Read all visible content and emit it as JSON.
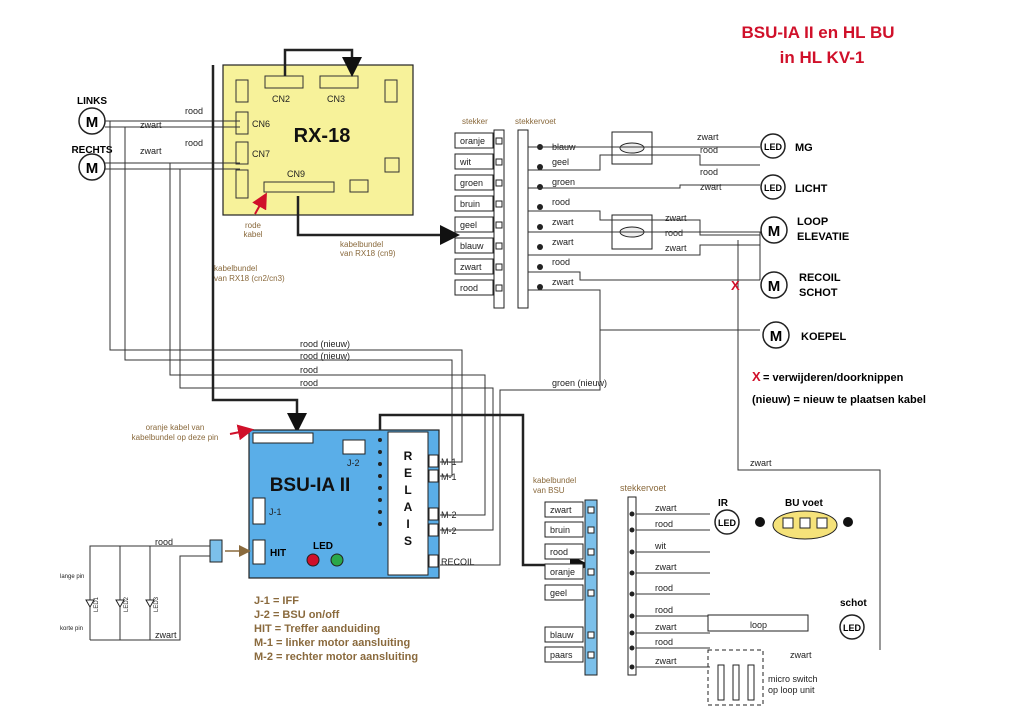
{
  "title": {
    "line1": "BSU-IA II en HL  BU",
    "line2": "in  HL  KV-1"
  },
  "motors": {
    "links": "LINKS",
    "rechts": "RECHTS",
    "motor_symbol": "M"
  },
  "rx18": {
    "name": "RX-18",
    "cn2": "CN2",
    "cn3": "CN3",
    "cn6": "CN6",
    "cn7": "CN7",
    "cn9": "CN9",
    "rode_kabel": [
      "rode",
      "kabel"
    ]
  },
  "wires": {
    "rood": "rood",
    "zwart": "zwart",
    "rood_nieuw": "rood (nieuw)",
    "groen_nieuw": "groen (nieuw)"
  },
  "kabelbundel_cn9": [
    "kabelbundel",
    "van RX18 (cn9)"
  ],
  "kabelbundel_cn2": [
    "kabelbundel",
    "van RX18 (cn2/cn3)"
  ],
  "kabelbundel_bsu": [
    "kabelbundel",
    "van BSU"
  ],
  "stekker": {
    "title": "stekker",
    "pins": [
      "oranje",
      "wit",
      "groen",
      "bruin",
      "geel",
      "blauw",
      "zwart",
      "rood"
    ]
  },
  "stekkervoet": {
    "title": "stekkervoet",
    "pins": [
      "blauw",
      "geel",
      "groen",
      "rood",
      "zwart",
      "zwart",
      "rood",
      "zwart"
    ]
  },
  "outputs": {
    "led": "LED",
    "mg": "MG",
    "licht": "LICHT",
    "loop": [
      "LOOP",
      "ELEVATIE"
    ],
    "recoil": [
      "RECOIL",
      "SCHOT"
    ],
    "koepel": "KOEPEL",
    "cut_mark": "X"
  },
  "legend": {
    "x_label": "X",
    "x_text": " = verwijderen/doorknippen",
    "nieuw_text": "(nieuw) = nieuw te plaatsen kabel"
  },
  "bsu": {
    "name": "BSU-IA II",
    "j2": "J-2",
    "j1": "J-1",
    "hit": "HIT",
    "led": "LED",
    "relais": [
      "R",
      "E",
      "L",
      "A",
      "I",
      "S"
    ],
    "m1": "M-1",
    "m2": "M-2",
    "recoil": "RECOIL",
    "oranje_note": [
      "oranje kabel van",
      "kabelbundel op deze pin"
    ]
  },
  "hit_leds": {
    "lange_pin": "lange pin",
    "korte_pin": "korte pin",
    "leds": [
      "LED1",
      "LED2",
      "LED3"
    ]
  },
  "bsu_bundle_pins": [
    "zwart",
    "bruin",
    "rood",
    "oranje",
    "geel",
    "blauw",
    "paars"
  ],
  "stekkervoet2": {
    "title": "stekkervoet",
    "wires": [
      "zwart",
      "rood",
      "wit",
      "zwart",
      "rood",
      "rood",
      "zwart",
      "rood",
      "zwart"
    ]
  },
  "bu": {
    "ir": "IR",
    "bu_voet": "BU voet",
    "loop": "loop",
    "schot": "schot",
    "micro_switch": [
      "micro switch",
      "op loop unit"
    ]
  },
  "jumper_legend": [
    "J-1 = IFF",
    "J-2 = BSU on/off",
    "HIT = Treffer aanduiding",
    "M-1 = linker motor aansluiting",
    "M-2 = rechter motor aansluiting"
  ],
  "colors": {
    "rx18_board": "#f7f29a",
    "bsu_board": "#5aaee8",
    "title_red": "#d0102a",
    "note_brown": "#8a6a3d",
    "bu_voet": "#f5e27a",
    "bundle_blue": "#7cc0ea"
  }
}
